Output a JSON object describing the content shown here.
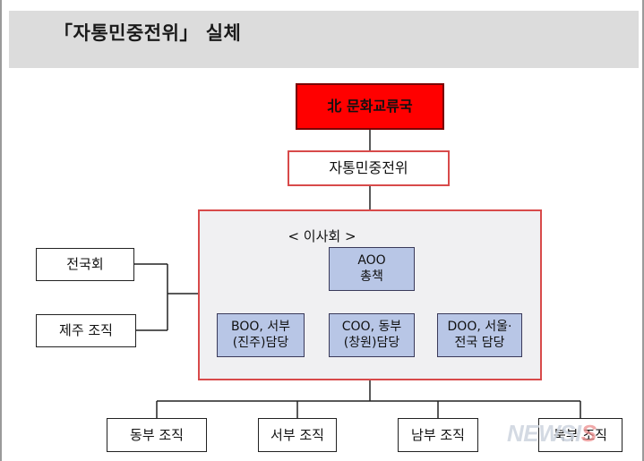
{
  "title": "「자통민중전위」 실체",
  "top_org": "北 문화교류국",
  "org": "자통민중전위",
  "board_label": "< 이사회 >",
  "head": [
    "AOO",
    "총책"
  ],
  "members": [
    [
      "BOO, 서부",
      "(진주)담당"
    ],
    [
      "COO,  동부",
      "(창원)담당"
    ],
    [
      "DOO, 서울·",
      "전국 담당"
    ]
  ],
  "side_units": [
    "전국회",
    "제주 조직"
  ],
  "regional_units": [
    "동부 조직",
    "서부 조직",
    "남부 조직",
    "북부 조직"
  ],
  "watermark": {
    "main": "NEWSI",
    "accent": "S"
  },
  "colors": {
    "top_org_fill": "#ff0000",
    "board_border": "#d84a4a",
    "member_fill": "#b8c6e6"
  }
}
